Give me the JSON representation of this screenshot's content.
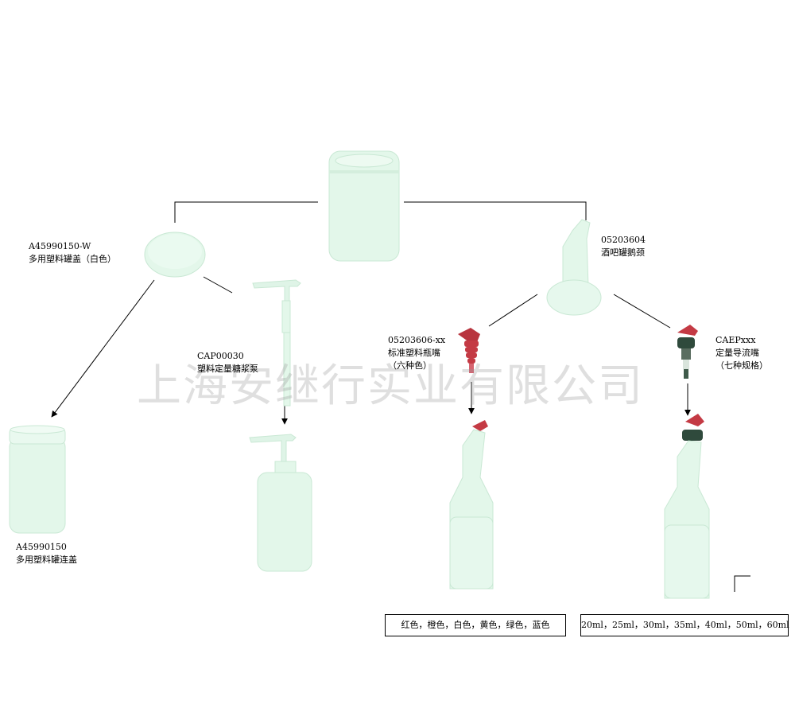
{
  "watermark": "上海安继行实业有限公司",
  "products": {
    "lid": {
      "code": "A45990150-W",
      "name": "多用塑料罐盖（白色）"
    },
    "jar_with_lid": {
      "code": "A45990150",
      "name": "多用塑料罐连盖"
    },
    "pump": {
      "code": "CAP00030",
      "name": "塑料定量糖浆泵"
    },
    "spout": {
      "code": "05203604",
      "name": "酒吧罐鹅颈"
    },
    "pourer": {
      "code": "05203606-xx",
      "name": "标准塑料瓶嘴",
      "note": "（六种色）"
    },
    "measured_pourer": {
      "code": "CAEPxxx",
      "name": "定量导流嘴",
      "note": "（七种规格）"
    }
  },
  "boxes": {
    "colors": "红色，橙色，白色，黄色，绿色，蓝色",
    "sizes": "20ml，25ml，30ml，35ml，40ml，50ml，60ml"
  },
  "colors": {
    "product_body": "#e3f7ea",
    "product_edge": "#c9e8d4",
    "pourer_red": "#c43a44",
    "pourer_dark": "#2f4a3c"
  }
}
